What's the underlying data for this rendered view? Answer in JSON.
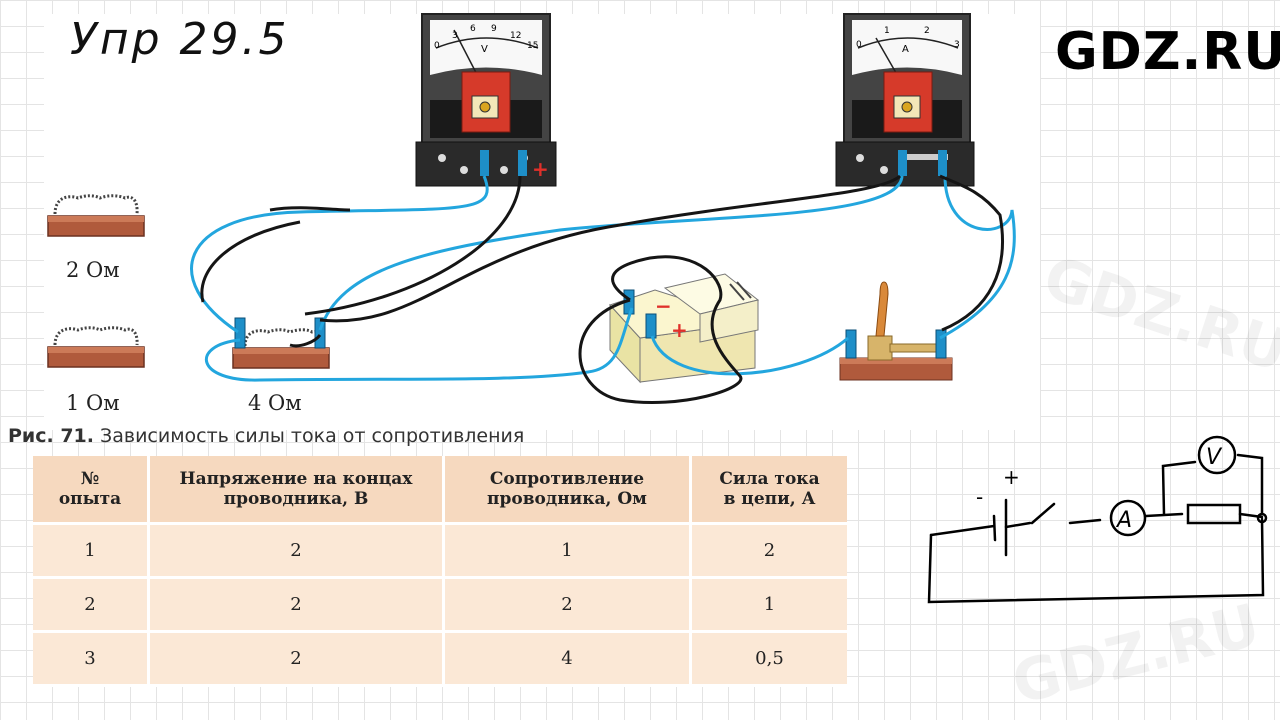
{
  "title": "Упр 29.5",
  "logo": "GDZ.RU",
  "watermark": "GDZ.RU",
  "figure": {
    "resistor_labels": [
      "2 Ом",
      "1 Ом",
      "4 Ом"
    ],
    "voltmeter_scale": [
      "0",
      "3",
      "6",
      "9",
      "12",
      "15"
    ],
    "voltmeter_unit": "V",
    "ammeter_scale": [
      "0",
      "1",
      "2",
      "3"
    ],
    "ammeter_unit": "A",
    "plus": "+",
    "minus": "−"
  },
  "caption": {
    "label": "Рис. 71.",
    "text": "Зависимость силы тока от сопротивления"
  },
  "table": {
    "headers": [
      [
        "№",
        "опыта"
      ],
      [
        "Напряжение на концах",
        "проводника, В"
      ],
      [
        "Сопротивление",
        "проводника, Ом"
      ],
      [
        "Сила тока",
        "в цепи, А"
      ]
    ],
    "rows": [
      [
        "1",
        "2",
        "1",
        "2"
      ],
      [
        "2",
        "2",
        "2",
        "1"
      ],
      [
        "3",
        "2",
        "4",
        "0,5"
      ]
    ]
  },
  "sketch": {
    "voltmeter": "V",
    "ammeter": "A",
    "plus": "+",
    "minus": "-"
  }
}
